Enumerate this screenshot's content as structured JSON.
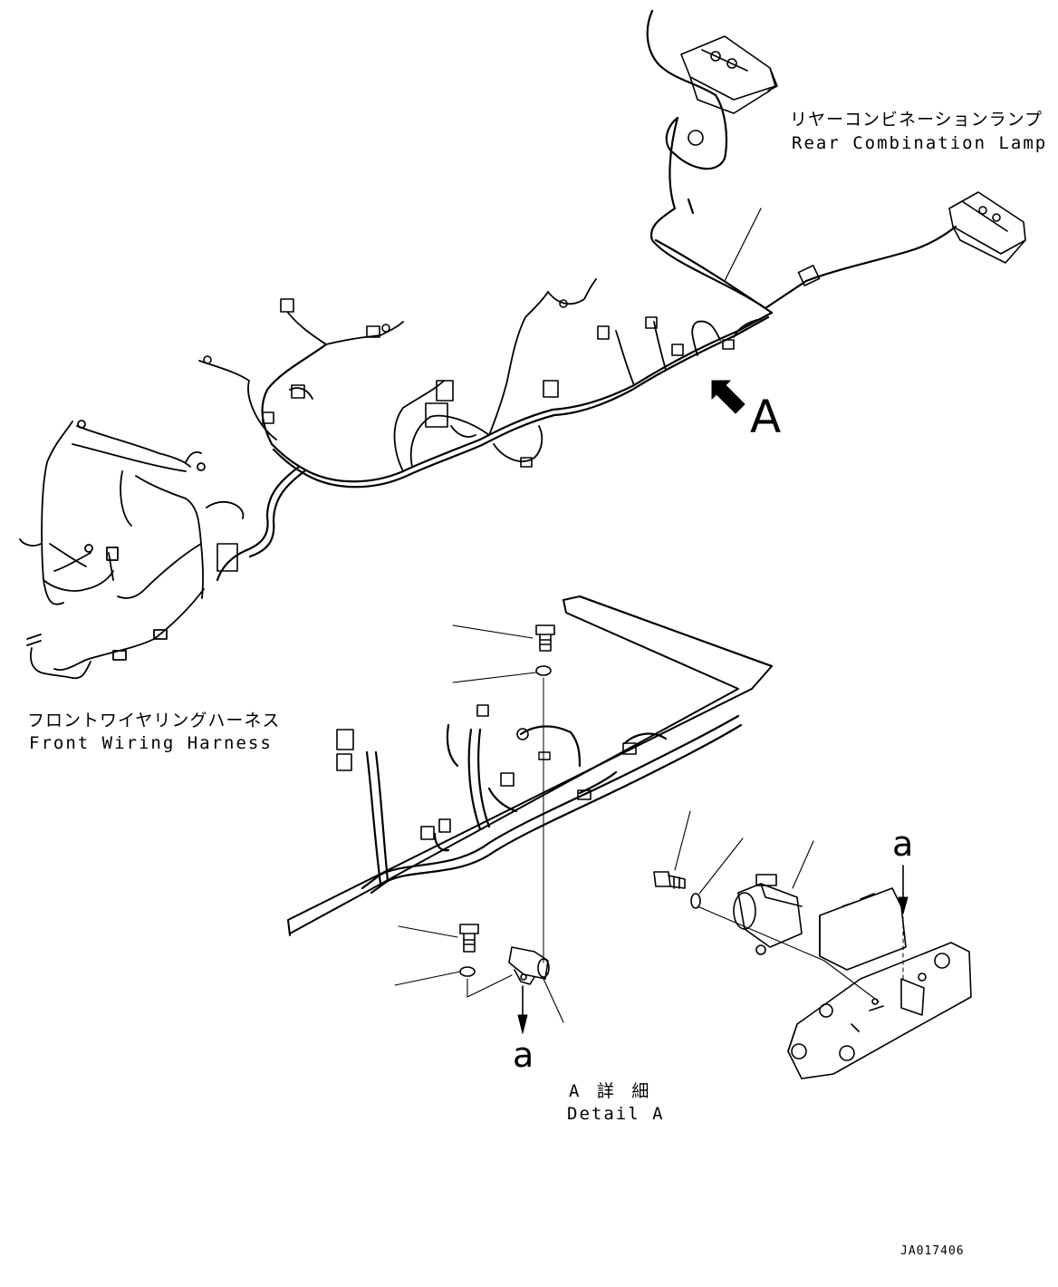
{
  "labels": {
    "rear_lamp_jp": "リヤーコンビネーションランプ",
    "rear_lamp_en": "Rear Combination Lamp",
    "front_harness_jp": "フロントワイヤリングハーネス",
    "front_harness_en": "Front Wiring Harness",
    "view_marker": "A",
    "detail_jp": "A 詳 細",
    "detail_en": "Detail A",
    "ref_a_right": "a",
    "ref_a_bottom": "a",
    "drawing_code": "JA017406"
  }
}
